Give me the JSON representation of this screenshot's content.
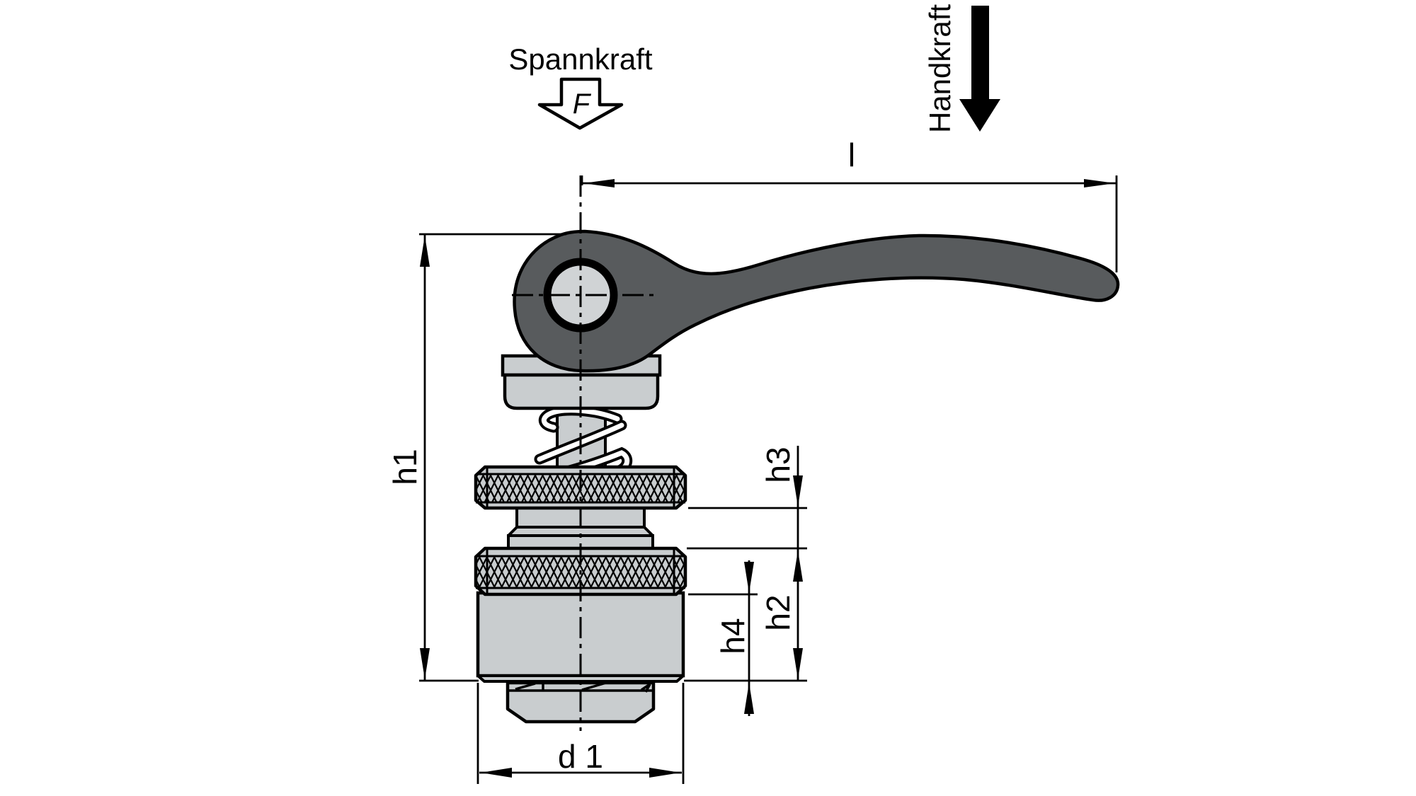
{
  "labels": {
    "clamping_force": "Spannkraft",
    "force_symbol": "F",
    "hand_force": "Handkraft",
    "length": "l",
    "h1": "h1",
    "h2": "h2",
    "h3": "h3",
    "h4": "h4",
    "d1": "d 1"
  },
  "colors": {
    "background": "#ffffff",
    "lever": "#585b5d",
    "part": "#c9cdcf",
    "bore": "#d0d3d5",
    "spring": "#ffffff",
    "outline": "#000000"
  }
}
